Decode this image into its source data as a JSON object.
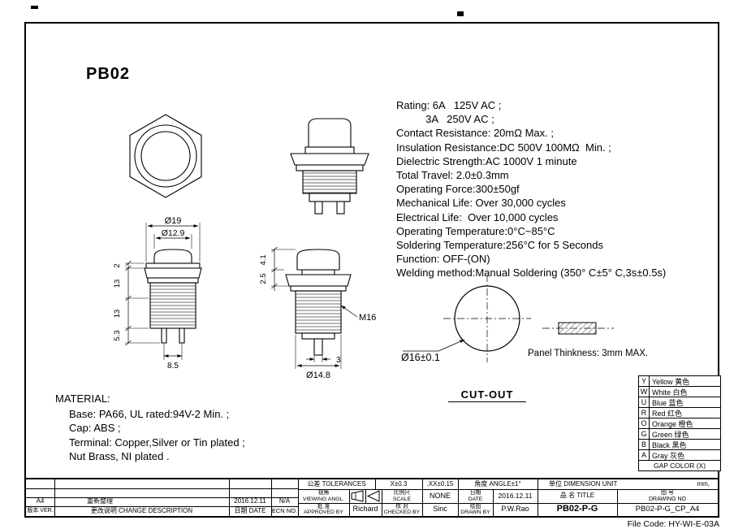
{
  "page": {
    "title": "PB02",
    "file_code": "File Code: HY-WI-E-03A"
  },
  "specs": {
    "lines": [
      "Rating: 6A   125V AC ;",
      "          3A   250V AC ;",
      "Contact Resistance: 20mΩ Max. ;",
      "Insulation Resistance:DC 500V 100MΩ  Min. ;",
      "Dielectric Strength:AC 1000V 1 minute",
      "Total Travel: 2.0±0.3mm",
      "Operating Force:300±50gf",
      "Mechanical Life: Over 30,000 cycles",
      "Electrical Life:  Over 10,000 cycles",
      "Operating Temperature:0°C~85°C",
      "Soldering Temperature:256°C for 5 Seconds",
      "Function: OFF-(ON)",
      "Welding method:Manual Soldering (350° C±5° C,3s±0.5s)"
    ]
  },
  "material": {
    "heading": "MATERIAL:",
    "lines": [
      "Base: PA66, UL rated:94V-2 Min. ;",
      "Cap: ABS ;",
      "Terminal: Copper,Silver or Tin plated ;",
      "Nut Brass, NI plated ."
    ]
  },
  "views": {
    "front": {
      "dia_flange": "Ø19",
      "dia_cap": "Ø12.9",
      "dim_flange": "2",
      "dim_body": "13",
      "dim_thread": "13",
      "dim_pin": "5.3",
      "dim_pitch": "8.5"
    },
    "side": {
      "dim_cap": "4.1",
      "dim_washer": "2.5",
      "thread": "M16",
      "dim_terminal": "3",
      "dia_base": "Ø14.8"
    },
    "cutout": {
      "dia": "Ø16±0.1",
      "label": "CUT-OUT",
      "panel_note": "Panel Thinkness: 3mm MAX."
    }
  },
  "color_table": {
    "rows": [
      {
        "code": "Y",
        "name": "Yellow 黄色"
      },
      {
        "code": "W",
        "name": "White 白色"
      },
      {
        "code": "U",
        "name": "Blue 蓝色"
      },
      {
        "code": "R",
        "name": "Red 红色"
      },
      {
        "code": "O",
        "name": "Orange 橙色"
      },
      {
        "code": "G",
        "name": "Green 绿色"
      },
      {
        "code": "B",
        "name": "Black 黑色"
      },
      {
        "code": "A",
        "name": "Gray 灰色"
      }
    ],
    "footer": "GAP COLOR (X)"
  },
  "title_block": {
    "tolerances": "公差 TOLERANCES",
    "tol_x": "X±0.3",
    "tol_xx": ".XX±0.15",
    "tol_angle": "角度 ANGLE±1°",
    "unit_label": "单位  DIMENSION UNIT",
    "unit_value": "mm,",
    "viewing_cn": "视角",
    "viewing_en": "VIEWING ANGL.",
    "scale_cn": "比例尺",
    "scale_en": "SCALE",
    "scale_value": "NONE",
    "date_cn": "日期",
    "date_en": "DATE",
    "date_value": "2016.12.11",
    "title_label": "品 名   TITLE",
    "part_no": "PB02-P-G",
    "dwg_cn": "图 号",
    "dwg_en": "DRAWING NO",
    "dwg_no": "PB02-P-G_CP_A4",
    "approved_cn": "批 准",
    "approved_en": "APPROVED BY",
    "approved_by": "Richard",
    "checked_cn": "核 对",
    "checked_en": "CHECKED BY",
    "checked_by": "Sinc",
    "drawn_cn": "绘图",
    "drawn_en": "DRAWN BY",
    "drawn_by": "P.W.Rao",
    "size": "A4",
    "rev_desc": "重新整理",
    "rev_date": "2016.12.11",
    "rev_ecn": "N/A",
    "ver_label": "版本 VER.",
    "change_label": "更改说明 CHANGE DESCRIPTION",
    "date_label": "日期 DATE",
    "ecn_label": "ECN NO."
  }
}
